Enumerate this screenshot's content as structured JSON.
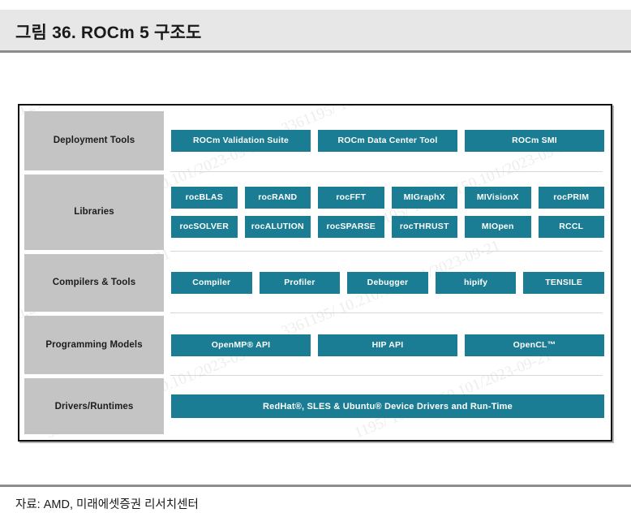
{
  "header": {
    "title": "그림 36. ROCm 5 구조도"
  },
  "footer": {
    "source": "자료: AMD, 미래에셋증권 리서치센터"
  },
  "colors": {
    "chip_teal": "#1a7d93",
    "label_gray": "#c4c4c4",
    "band_gray": "#e7e7e7",
    "rule_gray": "#8c8c8c",
    "frame_black": "#111111"
  },
  "watermark": {
    "fragments": [
      "1195/ 10.210.150.101/2023-09-21",
      "3361195/ 10.210.150.101/2023-09-21",
      "3361195/ 10.210.150.101/2023-09-21",
      "3361195/ 10.210.150.101/2023-09-21",
      "1195/ 10.210.150.101/2023-09-21",
      "3361195/ 10.210.150.101/2023-09-21",
      "3361195/ 10.210.150.101/2023-09-21",
      "1195/ 10.210.150.101/2023-09-21"
    ]
  },
  "diagram": {
    "rows": [
      {
        "id": "deployment-tools",
        "label": "Deployment Tools",
        "lines": [
          {
            "chips": [
              {
                "label": "ROCm Validation Suite"
              },
              {
                "label": "ROCm Data Center Tool"
              },
              {
                "label": "ROCm SMI"
              }
            ]
          }
        ]
      },
      {
        "id": "libraries",
        "label": "Libraries",
        "lines": [
          {
            "chips": [
              {
                "label": "rocBLAS"
              },
              {
                "label": "rocRAND"
              },
              {
                "label": "rocFFT"
              },
              {
                "label": "MIGraphX"
              },
              {
                "label": "MIVisionX"
              },
              {
                "label": "rocPRIM"
              }
            ]
          },
          {
            "chips": [
              {
                "label": "rocSOLVER"
              },
              {
                "label": "rocALUTION"
              },
              {
                "label": "rocSPARSE"
              },
              {
                "label": "rocTHRUST"
              },
              {
                "label": "MIOpen"
              },
              {
                "label": "RCCL"
              }
            ]
          }
        ]
      },
      {
        "id": "compilers-tools",
        "label": "Compilers & Tools",
        "lines": [
          {
            "chips": [
              {
                "label": "Compiler"
              },
              {
                "label": "Profiler"
              },
              {
                "label": "Debugger"
              },
              {
                "label": "hipify"
              },
              {
                "label": "TENSILE"
              }
            ]
          }
        ]
      },
      {
        "id": "programming-models",
        "label": "Programming Models",
        "lines": [
          {
            "chips": [
              {
                "label": "OpenMP® API"
              },
              {
                "label": "HIP API"
              },
              {
                "label": "OpenCL™"
              }
            ]
          }
        ]
      },
      {
        "id": "drivers-runtimes",
        "label": "Drivers/Runtimes",
        "lines": [
          {
            "chips": [
              {
                "label": "RedHat®, SLES & Ubuntu® Device Drivers and Run-Time"
              }
            ]
          }
        ]
      }
    ]
  }
}
